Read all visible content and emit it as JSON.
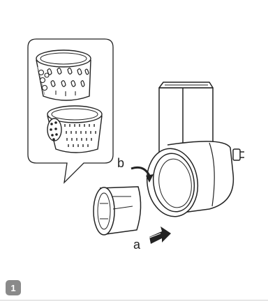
{
  "labels": {
    "a": "a",
    "b": "b"
  },
  "step": {
    "number": "1"
  },
  "colors": {
    "line": "#222222",
    "badge": "#8a8a8a"
  }
}
